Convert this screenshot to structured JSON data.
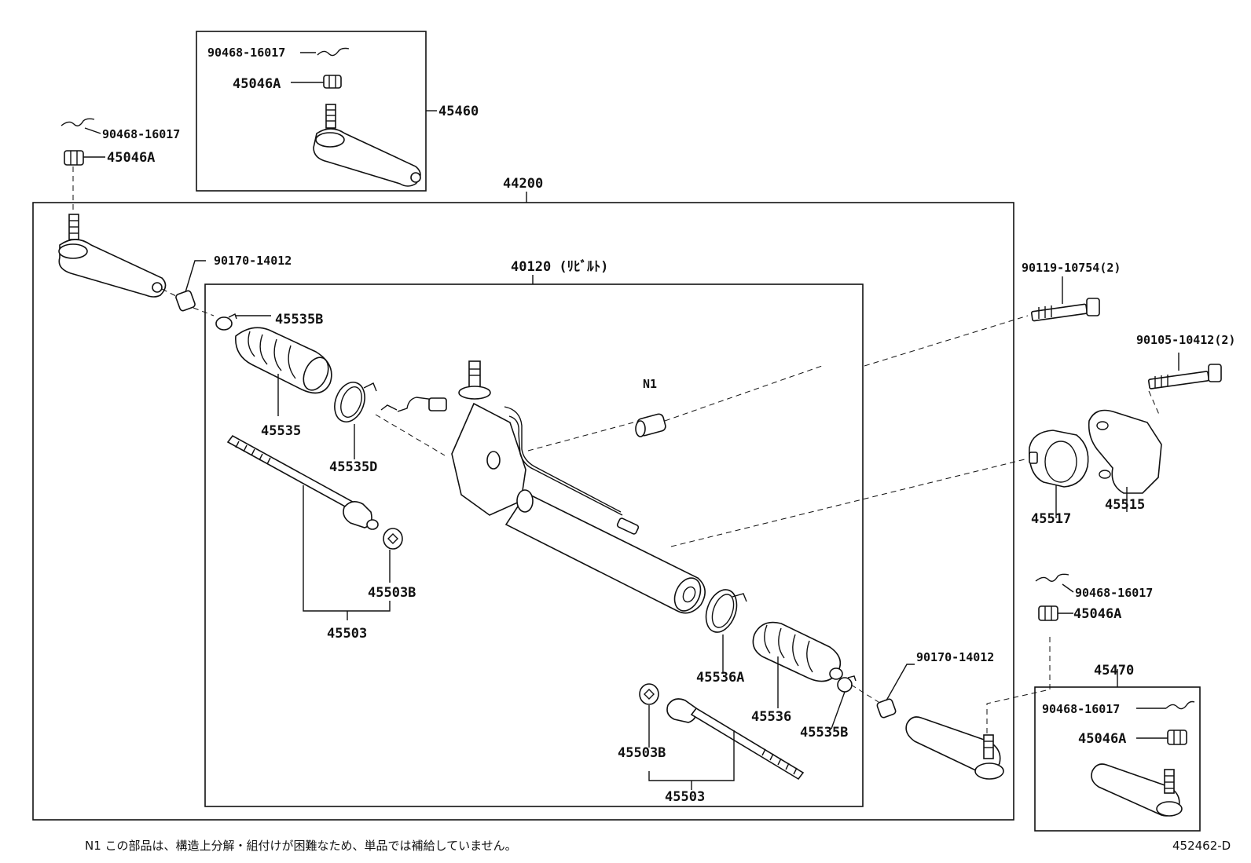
{
  "labels": {
    "l_90468_a": "90468-16017",
    "l_45046A_a": "45046A",
    "l_45460": "45460",
    "l_90468_b": "90468-16017",
    "l_45046A_b": "45046A",
    "l_44200": "44200",
    "l_90170_a": "90170-14012",
    "l_40120": "40120 (ﾘﾋﾞﾙﾄ)",
    "l_45535B_a": "45535B",
    "l_45535": "45535",
    "l_45535D": "45535D",
    "l_N1": "N1",
    "l_90119": "90119-10754(2)",
    "l_90105": "90105-10412(2)",
    "l_45517": "45517",
    "l_45515": "45515",
    "l_45503B_a": "45503B",
    "l_45503_a": "45503",
    "l_90468_c": "90468-16017",
    "l_45046A_c": "45046A",
    "l_45470": "45470",
    "l_90468_d": "90468-16017",
    "l_45046A_d": "45046A",
    "l_90170_b": "90170-14012",
    "l_45536A": "45536A",
    "l_45536": "45536",
    "l_45535B_b": "45535B",
    "l_45503B_b": "45503B",
    "l_45503_b": "45503"
  },
  "footnote": "N1  この部品は、構造上分解・組付けが困難なため、単品では補給していません。",
  "figure_id": "452462-D"
}
